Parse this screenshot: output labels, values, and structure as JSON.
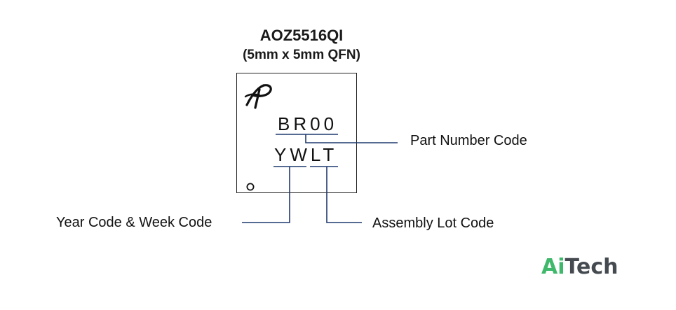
{
  "title": "AOZ5516QI",
  "subtitle": "(5mm x 5mm QFN)",
  "chip": {
    "logo_icon": "aos-logo-icon",
    "pin1_icon": "pin1-dot-icon",
    "line1": "BR00",
    "line2": "YWLT"
  },
  "labels": {
    "part_number": "Part Number Code",
    "year_week": "Year Code & Week Code",
    "assembly_lot": "Assembly Lot Code"
  },
  "brand": {
    "ai": "Ai",
    "tech": "Tech",
    "ai_color": "#3fb86b",
    "tech_color": "#444a50"
  },
  "colors": {
    "leader_line": "#1f3a6e",
    "chip_border": "#222222"
  }
}
